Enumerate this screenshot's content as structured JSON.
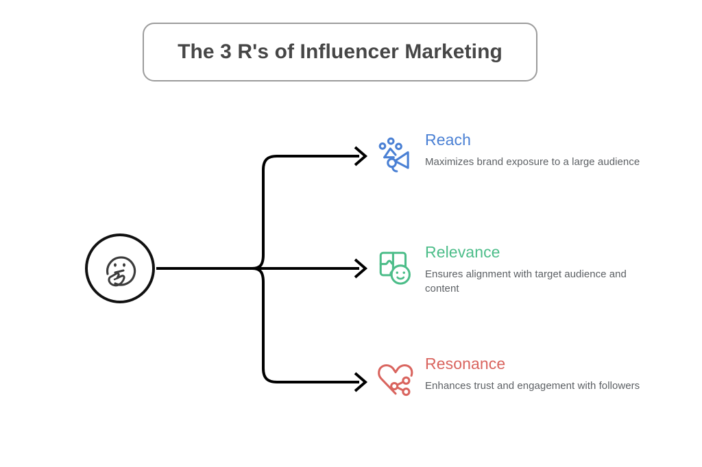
{
  "header": {
    "title": "The 3 R's of Influencer Marketing"
  },
  "root": {
    "icon": "thinking-face-icon",
    "label": ""
  },
  "colors": {
    "reach": "#4a80d4",
    "relevance": "#4cbd89",
    "resonance": "#d9645e",
    "title_text": "#464646",
    "title_border": "#9b9b9b",
    "body_text": "#5b5f63",
    "connector": "#000000",
    "background": "#ffffff"
  },
  "branches": [
    {
      "id": "reach",
      "title": "Reach",
      "description": "Maximizes brand exposure to a large audience",
      "icon": "megaphone-audience-icon",
      "color": "#4a80d4"
    },
    {
      "id": "relevance",
      "title": "Relevance",
      "description": "Ensures alignment with target audience and content",
      "icon": "puzzle-face-icon",
      "color": "#4cbd89"
    },
    {
      "id": "resonance",
      "title": "Resonance",
      "description": "Enhances trust and engagement with followers",
      "icon": "heart-share-icon",
      "color": "#d9645e"
    }
  ]
}
